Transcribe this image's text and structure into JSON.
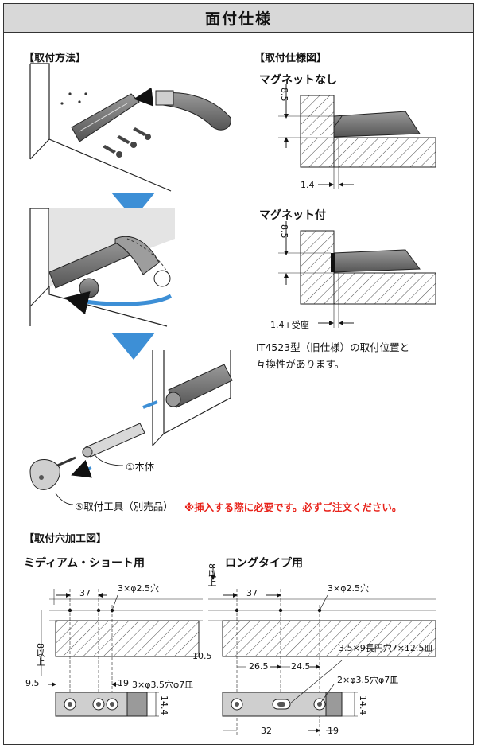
{
  "title": "面付仕様",
  "mount_method": {
    "heading": "【取付方法】",
    "callout_body": "①本体",
    "callout_tool": "⑤取付工具（別売品）",
    "tool_note": "※挿入する際に必要です。必ずご注文ください。"
  },
  "mount_spec": {
    "heading": "【取付仕様図】",
    "no_magnet": {
      "label": "マグネットなし",
      "dim_v": "8.5",
      "dim_h": "1.4"
    },
    "with_magnet": {
      "label": "マグネット付",
      "dim_v": "8.5",
      "dim_h": "1.4+受座"
    },
    "note_line1": "IT4523型（旧仕様）の取付位置と",
    "note_line2": "互換性があります。"
  },
  "drilling": {
    "heading": "【取付穴加工図】",
    "medium_short": {
      "label": "ミディアム・ショート用",
      "dim_37": "37",
      "hole_small": "3×φ2.5穴",
      "depth_label": "8以上",
      "dim_95": "9.5",
      "dim_19": "19",
      "hole_large": "3×φ3.5穴φ7皿",
      "dim_144": "14.4"
    },
    "long": {
      "label": "ロングタイプ用",
      "depth_top": "8以上",
      "dim_37": "37",
      "hole_small": "3×φ2.5穴",
      "slot": "3.5×9長円穴7×12.5皿",
      "dim_105": "10.5",
      "dim_265": "26.5",
      "dim_245": "24.5",
      "hole_large": "2×φ3.5穴φ7皿",
      "dim_144": "14.4",
      "dim_32": "32",
      "dim_19": "19"
    }
  },
  "colors": {
    "arrow_blue": "#3d8fd6",
    "note_red": "#e8231b",
    "part_gray": "#7d7d7d",
    "header_bg": "#d8d8d8"
  }
}
